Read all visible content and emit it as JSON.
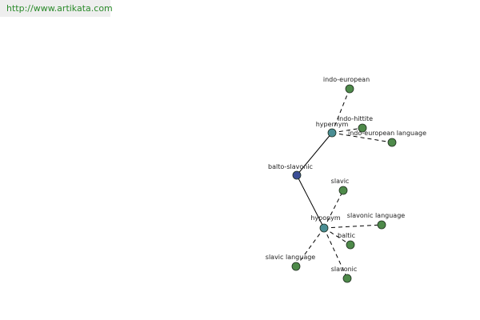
{
  "header": {
    "url": "http://www.artikata.com"
  },
  "graph": {
    "colors": {
      "root": "#3a4e96",
      "relation": "#4a8e94",
      "leaf": "#4e8a4a",
      "edge": "#000000"
    },
    "nodes": [
      {
        "id": "balto-slavonic",
        "label": "balto-slavonic",
        "kind": "root"
      },
      {
        "id": "hypernym",
        "label": "hypernym",
        "kind": "relation"
      },
      {
        "id": "hyponym",
        "label": "hyponym",
        "kind": "relation"
      },
      {
        "id": "indo-european",
        "label": "indo-european",
        "kind": "leaf"
      },
      {
        "id": "indo-hittite",
        "label": "indo-hittite",
        "kind": "leaf"
      },
      {
        "id": "indo-european-language",
        "label": "indo-european language",
        "kind": "leaf"
      },
      {
        "id": "slavic",
        "label": "slavic",
        "kind": "leaf"
      },
      {
        "id": "slavonic-language",
        "label": "slavonic language",
        "kind": "leaf"
      },
      {
        "id": "baltic",
        "label": "baltic",
        "kind": "leaf"
      },
      {
        "id": "slavic-language",
        "label": "slavic language",
        "kind": "leaf"
      },
      {
        "id": "slavonic",
        "label": "slavonic",
        "kind": "leaf"
      }
    ],
    "edges": [
      {
        "from": "balto-slavonic",
        "to": "hypernym",
        "style": "solid"
      },
      {
        "from": "balto-slavonic",
        "to": "hyponym",
        "style": "solid"
      },
      {
        "from": "hypernym",
        "to": "indo-european",
        "style": "dashed"
      },
      {
        "from": "hypernym",
        "to": "indo-hittite",
        "style": "dashed"
      },
      {
        "from": "hypernym",
        "to": "indo-european-language",
        "style": "dashed"
      },
      {
        "from": "hyponym",
        "to": "slavic",
        "style": "dashed"
      },
      {
        "from": "hyponym",
        "to": "slavonic-language",
        "style": "dashed"
      },
      {
        "from": "hyponym",
        "to": "baltic",
        "style": "dashed"
      },
      {
        "from": "hyponym",
        "to": "slavic-language",
        "style": "dashed"
      },
      {
        "from": "hyponym",
        "to": "slavonic",
        "style": "dashed"
      }
    ]
  }
}
